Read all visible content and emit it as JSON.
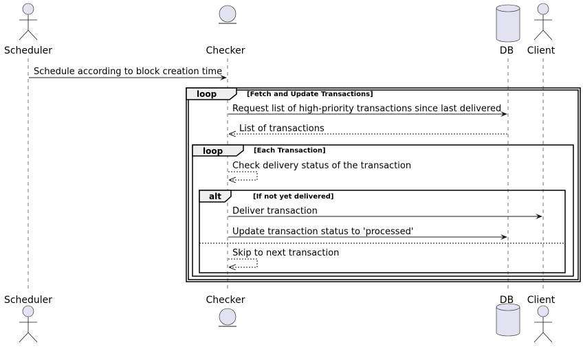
{
  "participants": [
    {
      "id": "scheduler",
      "label": "Scheduler",
      "kind": "actor"
    },
    {
      "id": "checker",
      "label": "Checker",
      "kind": "entity"
    },
    {
      "id": "db",
      "label": "DB",
      "kind": "database"
    },
    {
      "id": "client",
      "label": "Client",
      "kind": "actor"
    }
  ],
  "messages": [
    {
      "from": "scheduler",
      "to": "checker",
      "text": "Schedule according to block creation time",
      "style": "solid"
    },
    {
      "from": "checker",
      "to": "db",
      "text": "Request list of high-priority transactions since last delivered",
      "style": "solid"
    },
    {
      "from": "db",
      "to": "checker",
      "text": "List of transactions",
      "style": "dashed"
    },
    {
      "from": "checker",
      "to": "checker",
      "text": "Check delivery status of the transaction",
      "style": "dashed"
    },
    {
      "from": "checker",
      "to": "client",
      "text": "Deliver transaction",
      "style": "solid"
    },
    {
      "from": "checker",
      "to": "db",
      "text": "Update transaction status to 'processed'",
      "style": "solid"
    },
    {
      "from": "checker",
      "to": "checker",
      "text": "Skip to next transaction",
      "style": "dashed"
    }
  ],
  "fragments": [
    {
      "keyword": "loop",
      "condition": "[Fetch and Update Transactions]"
    },
    {
      "keyword": "loop",
      "condition": "[Each Transaction]"
    },
    {
      "keyword": "alt",
      "condition": "[If not yet delivered]"
    }
  ],
  "colors": {
    "participant_fill": "#E2E2F0",
    "line": "#181818",
    "tab_fill": "#EEEEEE"
  }
}
